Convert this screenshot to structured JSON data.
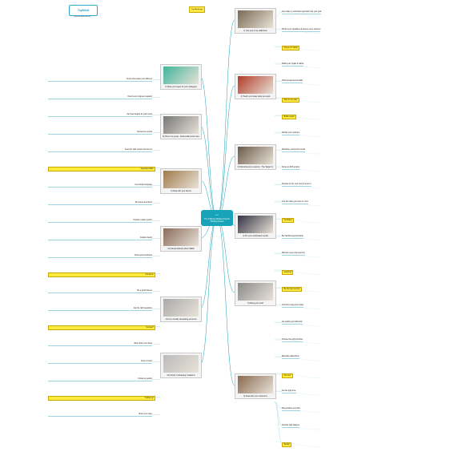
{
  "logo": {
    "brand": "Top⁠Mind",
    "url": "www.thetopmind.com"
  },
  "top_chip": "Top Mind map",
  "center": {
    "icon": "↔",
    "title": "The 9 Winner Mindset Tips for Holding Ground"
  },
  "topics": [
    {
      "id": "t1",
      "label": "1) Use your inner addictions",
      "photo": "hourglass",
      "color": "#7a6a55"
    },
    {
      "id": "t2",
      "label": "2) Teach your sales what you want",
      "photo": "martial",
      "color": "#b23a28"
    },
    {
      "id": "t3",
      "label": "3) Miscellaneous sessions - The Target Fx",
      "photo": "meeting",
      "color": "#6c5a4a"
    },
    {
      "id": "t4",
      "label": "4) Put your anticipated results",
      "photo": "handshake",
      "color": "#334"
    },
    {
      "id": "t5",
      "label": "5) Doing your stuff",
      "photo": "office",
      "color": "#8a8a8a"
    },
    {
      "id": "t6",
      "label": "6) Deal with your customers",
      "photo": "team",
      "color": "#8a6a50"
    },
    {
      "id": "t7",
      "label": "7) Write your steps for your strategies",
      "photo": "dashboard",
      "color": "#3fb59a"
    },
    {
      "id": "t8",
      "label": "8) How to be great - Deliverables and more",
      "photo": "laptop",
      "color": "#777"
    },
    {
      "id": "t9",
      "label": "9) Deal with your clients",
      "photo": "coins",
      "color": "#a07a4a"
    },
    {
      "id": "t10",
      "label": "10) Mental attitude about SEMs",
      "photo": "desk",
      "color": "#8a6b5a"
    },
    {
      "id": "t11",
      "label": "11) Use visually stimulating elements",
      "photo": "phone",
      "color": "#aaa"
    },
    {
      "id": "t12",
      "label": "12) Social “fundraising” situations",
      "photo": "cards",
      "color": "#bbb"
    }
  ],
  "right_items": [
    {
      "text": "Get a plan, a solid sales approach and your goal",
      "hl": false
    },
    {
      "text": "Stick to your deadlines & assess every decision",
      "hl": false
    },
    {
      "text": "“Focus on” habits",
      "hl": true
    },
    {
      "text": "Watch your rituals & habits",
      "hl": false
    },
    {
      "text": "Hold yourself accountable",
      "hl": false
    },
    {
      "text": "“Plan for the day”",
      "hl": true
    },
    {
      "text": "“Build a team”",
      "hl": true
    },
    {
      "text": "Identify your numbers",
      "hl": false
    },
    {
      "text": "Discipline yourself for results",
      "hl": false
    },
    {
      "text": "Focus on ROI actions",
      "hl": false
    },
    {
      "text": "Prepare for the next step & review it",
      "hl": false
    },
    {
      "text": "Live the vision you have in mind",
      "hl": false
    },
    {
      "text": "“Confident”",
      "hl": true
    },
    {
      "text": "Be thankful & professional",
      "hl": false
    },
    {
      "text": "Winners never stop learning",
      "hl": false
    },
    {
      "text": "“Learning”",
      "hl": true
    },
    {
      "text": "“Be the best version”",
      "hl": true
    },
    {
      "text": "Commit to long-term goals",
      "hl": false
    },
    {
      "text": "Act quickly and efficiently",
      "hl": false
    },
    {
      "text": "Choose the right priorities",
      "hl": false
    },
    {
      "text": "Eliminate distractions",
      "hl": false
    },
    {
      "text": "“Act now”",
      "hl": true
    },
    {
      "text": "Set the right tone",
      "hl": false
    },
    {
      "text": "Stay positive and calm",
      "hl": false
    },
    {
      "text": "Find the right balance",
      "hl": false
    },
    {
      "text": "“Ready”",
      "hl": true
    }
  ],
  "left_items": [
    {
      "text": "Know what makes you different",
      "hl": false
    },
    {
      "text": "Check your progress regularly",
      "hl": false
    },
    {
      "text": "Set clear targets for each week",
      "hl": false
    },
    {
      "text": "Review the results",
      "hl": false
    },
    {
      "text": "Keep the right people around you",
      "hl": false
    },
    {
      "text": "“Important skills”",
      "hl": true
    },
    {
      "text": "Use simple language",
      "hl": false
    },
    {
      "text": "Be honest and direct",
      "hl": false
    },
    {
      "text": "Practice makes perfect",
      "hl": false
    },
    {
      "text": "Explain clearly",
      "hl": false
    },
    {
      "text": "Show good examples",
      "hl": false
    },
    {
      "text": "“Convince”",
      "hl": true
    },
    {
      "text": "Be a good listener",
      "hl": false
    },
    {
      "text": "Ask the right questions",
      "hl": false
    },
    {
      "text": "“Connect”",
      "hl": true
    },
    {
      "text": "Write down your ideas",
      "hl": false
    },
    {
      "text": "Keep in touch",
      "hl": false
    },
    {
      "text": "Follow up quickly",
      "hl": false
    },
    {
      "text": "“Follow up”",
      "hl": true
    },
    {
      "text": "Show your value",
      "hl": false
    }
  ]
}
